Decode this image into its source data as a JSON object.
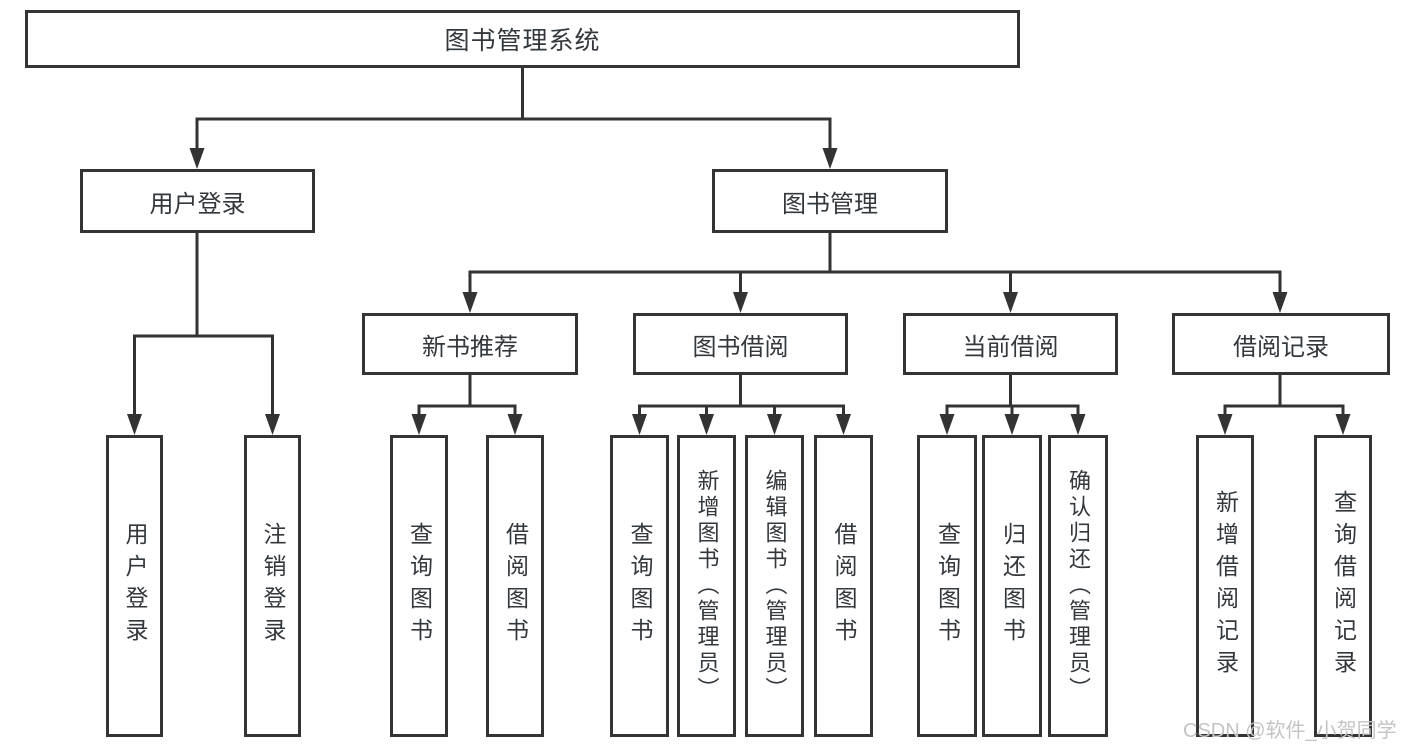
{
  "diagram": {
    "root": {
      "label": "图书管理系统"
    },
    "level2": [
      {
        "label": "用户登录"
      },
      {
        "label": "图书管理"
      }
    ],
    "level3": [
      {
        "label": "新书推荐"
      },
      {
        "label": "图书借阅"
      },
      {
        "label": "当前借阅"
      },
      {
        "label": "借阅记录"
      }
    ],
    "leaves": {
      "user_login": [
        {
          "label": "用户登录"
        },
        {
          "label": "注销登录"
        }
      ],
      "new_book_recommend": [
        {
          "label": "查询图书"
        },
        {
          "label": "借阅图书"
        }
      ],
      "book_borrow": [
        {
          "label": "查询图书"
        },
        {
          "label": "新增图书（管理员）"
        },
        {
          "label": "编辑图书（管理员）"
        },
        {
          "label": "借阅图书"
        }
      ],
      "current_borrow": [
        {
          "label": "查询图书"
        },
        {
          "label": "归还图书"
        },
        {
          "label": "确认归还（管理员）"
        }
      ],
      "borrow_records": [
        {
          "label": "新增借阅记录"
        },
        {
          "label": "查询借阅记录"
        }
      ]
    }
  },
  "watermark": {
    "text": "CSDN @软件_小贺同学"
  },
  "colors": {
    "stroke": "#333333",
    "node_border": "#343434",
    "text": "#33383d",
    "watermark": "#c4c4c4",
    "background": "#ffffff"
  }
}
